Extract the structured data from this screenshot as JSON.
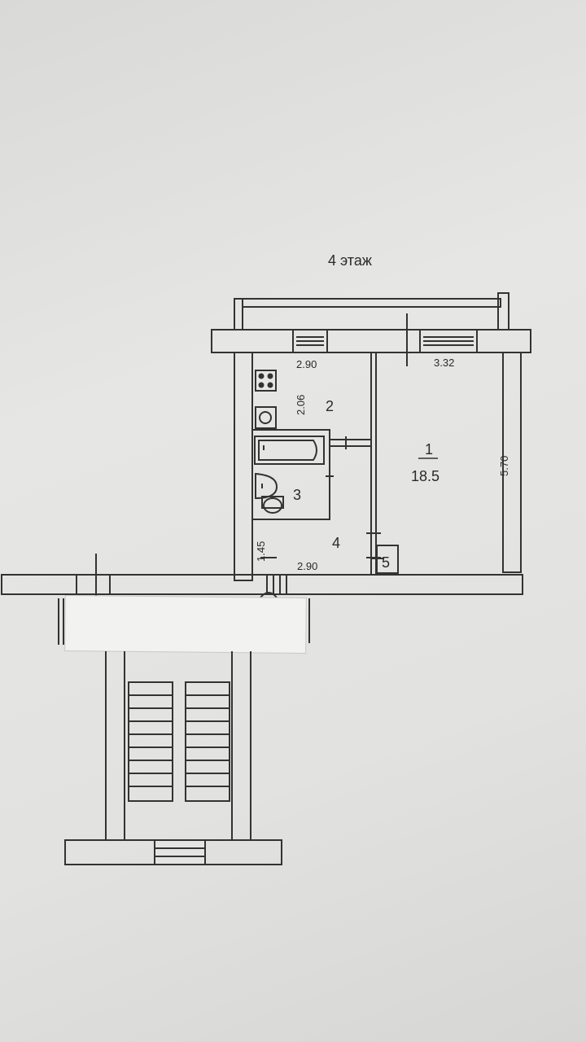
{
  "floor_label": "4 этаж",
  "dimensions": {
    "kitchen_width": "2.90",
    "kitchen_depth": "2.06",
    "room_width": "3.32",
    "room_depth": "5.70",
    "hall_depth": "1.45",
    "hall_width": "2.90"
  },
  "rooms": {
    "room1_number": "1",
    "room1_area": "18.5",
    "kitchen_number": "2",
    "bathroom_number": "3",
    "hallway_number": "4",
    "closet_number": "5"
  },
  "colors": {
    "line": "#333333",
    "paper": "#e4e4e2",
    "sticker": "#f2f2f0"
  }
}
